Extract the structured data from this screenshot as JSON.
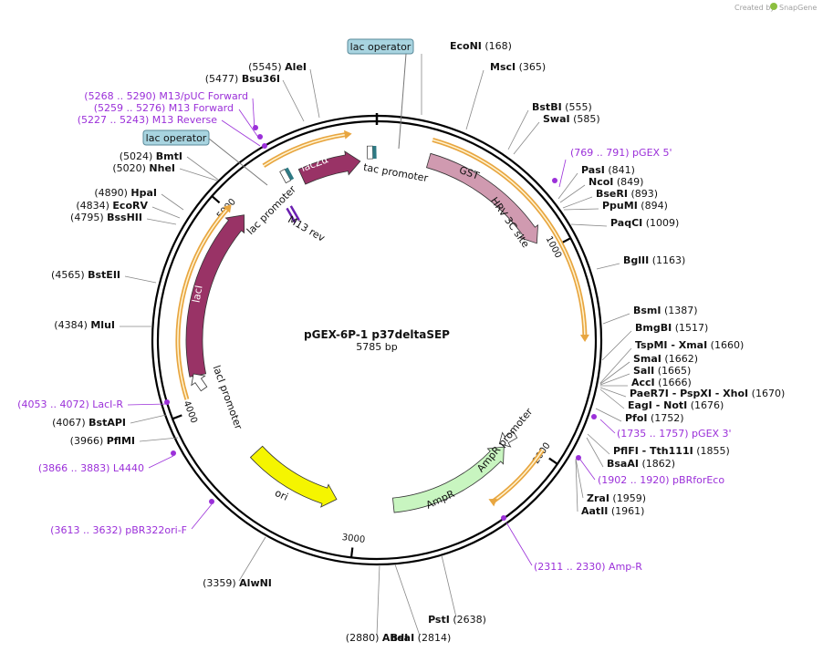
{
  "credit": {
    "prefix": "Created by",
    "brand": "SnapGene"
  },
  "plasmid": {
    "name": "pGEX-6P-1 p37deltaSEP",
    "size_label": "5785 bp",
    "length": 5785
  },
  "enzymes": [
    {
      "name": "EcoNI",
      "pos": "(168)",
      "side": "R"
    },
    {
      "name": "MscI",
      "pos": "(365)",
      "side": "R"
    },
    {
      "name": "BstBI",
      "pos": "(555)",
      "side": "R"
    },
    {
      "name": "SwaI",
      "pos": "(585)",
      "side": "R"
    },
    {
      "name": "PasI",
      "pos": "(841)",
      "side": "R"
    },
    {
      "name": "NcoI",
      "pos": "(849)",
      "side": "R"
    },
    {
      "name": "BseRI",
      "pos": "(893)",
      "side": "R"
    },
    {
      "name": "PpuMI",
      "pos": "(894)",
      "side": "R"
    },
    {
      "name": "PaqCI",
      "pos": "(1009)",
      "side": "R"
    },
    {
      "name": "BglII",
      "pos": "(1163)",
      "side": "R"
    },
    {
      "name": "BsmI",
      "pos": "(1387)",
      "side": "R"
    },
    {
      "name": "BmgBI",
      "pos": "(1517)",
      "side": "R"
    },
    {
      "name": "TspMI - XmaI",
      "pos": "(1660)",
      "side": "R"
    },
    {
      "name": "SmaI",
      "pos": "(1662)",
      "side": "R"
    },
    {
      "name": "SalI",
      "pos": "(1665)",
      "side": "R"
    },
    {
      "name": "AccI",
      "pos": "(1666)",
      "side": "R"
    },
    {
      "name": "PaeR7I - PspXI - XhoI",
      "pos": "(1670)",
      "side": "R"
    },
    {
      "name": "EagI - NotI",
      "pos": "(1676)",
      "side": "R"
    },
    {
      "name": "PfoI",
      "pos": "(1752)",
      "side": "R"
    },
    {
      "name": "PflFI - Tth111I",
      "pos": "(1855)",
      "side": "R"
    },
    {
      "name": "BsaAI",
      "pos": "(1862)",
      "side": "R"
    },
    {
      "name": "ZraI",
      "pos": "(1959)",
      "side": "R"
    },
    {
      "name": "AatII",
      "pos": "(1961)",
      "side": "R"
    },
    {
      "name": "PstI",
      "pos": "(2638)",
      "side": "R"
    },
    {
      "name": "BsaI",
      "pos": "(2814)",
      "side": "R"
    },
    {
      "name": "AhdI",
      "pos": "(2880)",
      "side": "L"
    },
    {
      "name": "AlwNI",
      "pos": "(3359)",
      "side": "L"
    },
    {
      "name": "PflMI",
      "pos": "(3966)",
      "side": "L"
    },
    {
      "name": "BstAPI",
      "pos": "(4067)",
      "side": "L"
    },
    {
      "name": "MluI",
      "pos": "(4384)",
      "side": "L"
    },
    {
      "name": "BstEII",
      "pos": "(4565)",
      "side": "L"
    },
    {
      "name": "BssHII",
      "pos": "(4795)",
      "side": "L"
    },
    {
      "name": "EcoRV",
      "pos": "(4834)",
      "side": "L"
    },
    {
      "name": "HpaI",
      "pos": "(4890)",
      "side": "L"
    },
    {
      "name": "NheI",
      "pos": "(5020)",
      "side": "L"
    },
    {
      "name": "BmtI",
      "pos": "(5024)",
      "side": "L"
    },
    {
      "name": "Bsu36I",
      "pos": "(5477)",
      "side": "L"
    },
    {
      "name": "AleI",
      "pos": "(5545)",
      "side": "L"
    }
  ],
  "primers": [
    {
      "label": "pGEX 5'",
      "range": "(769 .. 791)"
    },
    {
      "label": "pGEX 3'",
      "range": "(1735 .. 1757)"
    },
    {
      "label": "pBRforEco",
      "range": "(1902 .. 1920)"
    },
    {
      "label": "Amp-R",
      "range": "(2311 .. 2330)"
    },
    {
      "label": "pBR322ori-F",
      "range": "(3613 .. 3632)"
    },
    {
      "label": "L4440",
      "range": "(3866 .. 3883)"
    },
    {
      "label": "LacI-R",
      "range": "(4053 .. 4072)"
    },
    {
      "label": "M13 Reverse",
      "range": "(5227 .. 5243)"
    },
    {
      "label": "M13 Forward",
      "range": "(5259 .. 5276)"
    },
    {
      "label": "M13/pUC Forward",
      "range": "(5268 .. 5290)"
    }
  ],
  "operators": [
    {
      "label": "lac operator"
    },
    {
      "label": "lac operator"
    }
  ],
  "features": [
    {
      "label": "GST",
      "start": 258,
      "end": 915,
      "color": "#d09ab0"
    },
    {
      "label": "HRV 3C site",
      "start": 915,
      "end": 945,
      "color": "#d09ab0"
    },
    {
      "label": "AmpR",
      "start": 2800,
      "end": 2090,
      "color": "#c8f5c0"
    },
    {
      "label": "AmpR promoter",
      "start": 1990,
      "end": 2090,
      "color": "#ffffff"
    },
    {
      "label": "ori",
      "start": 3650,
      "end": 3120,
      "color": "#f5f500"
    },
    {
      "label": "lacI",
      "start": 4160,
      "end": 5030,
      "color": "#993366"
    },
    {
      "label": "lacI promoter",
      "start": 4160,
      "end": 4080,
      "color": "#ffffff"
    },
    {
      "label": "lacZα",
      "start": 5390,
      "end": 5670,
      "color": "#993366"
    },
    {
      "label": "tac promoter",
      "start": 5700,
      "end": 5770,
      "color": "#ffffff"
    },
    {
      "label": "lac promoter",
      "start": 5300,
      "end": 5360,
      "color": "#ffffff"
    },
    {
      "label": "M13 rev",
      "start": 5200,
      "end": 5260,
      "color": "#8a2be2"
    }
  ],
  "ticks": [
    {
      "pos": 1000,
      "label": "1000"
    },
    {
      "pos": 2000,
      "label": "2000"
    },
    {
      "pos": 3000,
      "label": "3000"
    },
    {
      "pos": 4000,
      "label": "4000"
    },
    {
      "pos": 5000,
      "label": "5000"
    }
  ],
  "colors": {
    "backbone": "#000000",
    "orf": "#e8a640",
    "primer": "#9b30d9",
    "operator_fill": "#a8d4e0"
  }
}
